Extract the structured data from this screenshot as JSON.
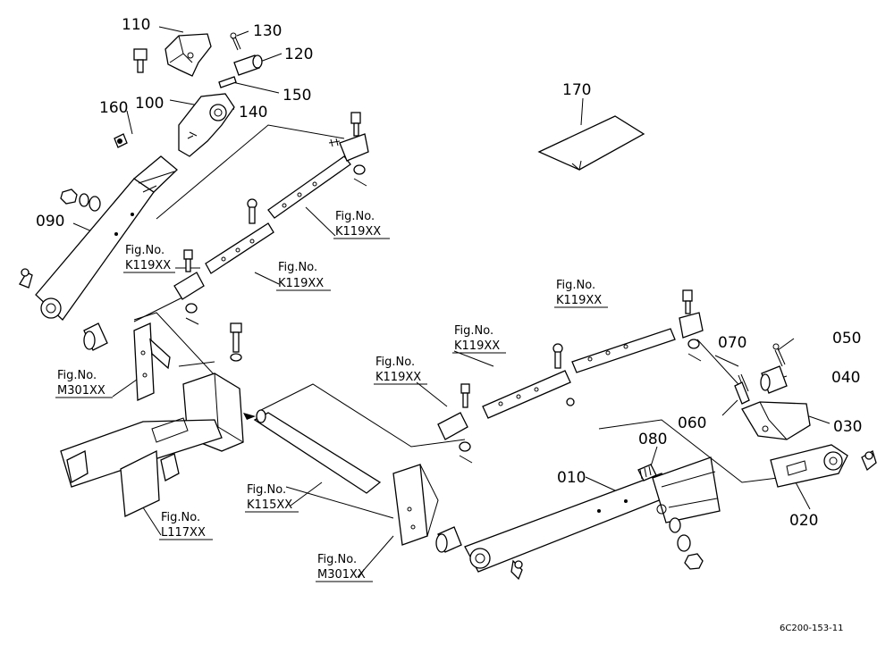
{
  "callouts": [
    {
      "id": "c110",
      "text": "110"
    },
    {
      "id": "c130",
      "text": "130"
    },
    {
      "id": "c120",
      "text": "120"
    },
    {
      "id": "c150",
      "text": "150"
    },
    {
      "id": "c160",
      "text": "160"
    },
    {
      "id": "c100",
      "text": "100"
    },
    {
      "id": "c140",
      "text": "140"
    },
    {
      "id": "c170",
      "text": "170"
    },
    {
      "id": "c090",
      "text": "090"
    },
    {
      "id": "c070",
      "text": "070"
    },
    {
      "id": "c050",
      "text": "050"
    },
    {
      "id": "c040",
      "text": "040"
    },
    {
      "id": "c060",
      "text": "060"
    },
    {
      "id": "c030",
      "text": "030"
    },
    {
      "id": "c080",
      "text": "080"
    },
    {
      "id": "c010",
      "text": "010"
    },
    {
      "id": "c020",
      "text": "020"
    }
  ],
  "figure_refs": [
    {
      "id": "r1",
      "label": "Fig.No.",
      "code": "K119XX"
    },
    {
      "id": "r2",
      "label": "Fig.No.",
      "code": "K119XX"
    },
    {
      "id": "r3",
      "label": "Fig.No.",
      "code": "K119XX"
    },
    {
      "id": "r4",
      "label": "Fig.No.",
      "code": "K119XX"
    },
    {
      "id": "r5",
      "label": "Fig.No.",
      "code": "K119XX"
    },
    {
      "id": "r6",
      "label": "Fig.No.",
      "code": "K119XX"
    },
    {
      "id": "r7",
      "label": "Fig.No.",
      "code": "M301XX"
    },
    {
      "id": "r8",
      "label": "Fig.No.",
      "code": "K115XX"
    },
    {
      "id": "r9",
      "label": "Fig.No.",
      "code": "L117XX"
    },
    {
      "id": "r10",
      "label": "Fig.No.",
      "code": "M301XX"
    }
  ],
  "footer": {
    "code": "6C200-153-11"
  }
}
